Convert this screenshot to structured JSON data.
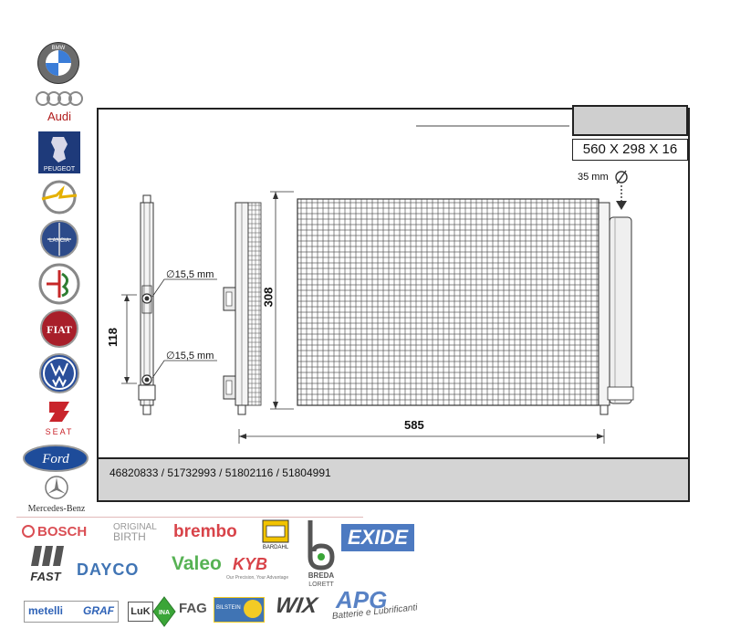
{
  "car_brands": [
    {
      "name": "bmw-logo",
      "text": "BMW"
    },
    {
      "name": "audi-logo",
      "text": "Audi"
    },
    {
      "name": "peugeot-logo",
      "text": "PEUGEOT"
    },
    {
      "name": "opel-logo",
      "text": ""
    },
    {
      "name": "lancia-logo",
      "text": "LANCIA"
    },
    {
      "name": "alfa-romeo-logo",
      "text": ""
    },
    {
      "name": "fiat-logo",
      "text": "FIAT"
    },
    {
      "name": "volkswagen-logo",
      "text": ""
    },
    {
      "name": "seat-logo",
      "text": "SEAT"
    },
    {
      "name": "ford-logo",
      "text": "Ford"
    },
    {
      "name": "mercedes-logo",
      "text": "Mercedes-Benz"
    }
  ],
  "parts_brands": {
    "bosch": "BOSCH",
    "original_birth_1": "ORIGINAL",
    "original_birth_2": "BIRTH",
    "brembo": "brembo",
    "bardahl": "BARDAHL",
    "exide": "EXIDE",
    "fast": "FAST",
    "dayco": "DAYCO",
    "valeo": "Valeo",
    "kyb": "KYB",
    "kyb_tagline": "Our Precision, Your Advantage",
    "breda_1": "BREDA",
    "breda_2": "LORETT",
    "metelli": "metelli",
    "graf": "GRAF",
    "luk": "LuK",
    "ina": "INA",
    "fag": "FAG",
    "bilstein": "BILSTEIN",
    "wix": "WIX",
    "apg": "APG",
    "apg_tagline": "Batterie e Lubrificanti"
  },
  "diagram": {
    "dimensions_label": "560 X 298 X 16",
    "pipe_diameter_top": "∅15,5 mm",
    "pipe_diameter_bottom": "∅15,5 mm",
    "spacing_dim": "118",
    "height_dim": "308",
    "width_dim": "585",
    "drier_label": "35 mm",
    "oem_numbers": "46820833 / 51732993 / 51802116 / 51804991"
  },
  "colors": {
    "frame": "#222222",
    "title_box": "#cfcfcf",
    "oem_box": "#d4d4d4",
    "exide_bg": "#2f63b7",
    "bosch_red": "#d2232a",
    "brembo_red": "#d2232a",
    "dayco_blue": "#1f5ca8",
    "valeo_green": "#3aa537",
    "kyb_red": "#d2232a"
  }
}
